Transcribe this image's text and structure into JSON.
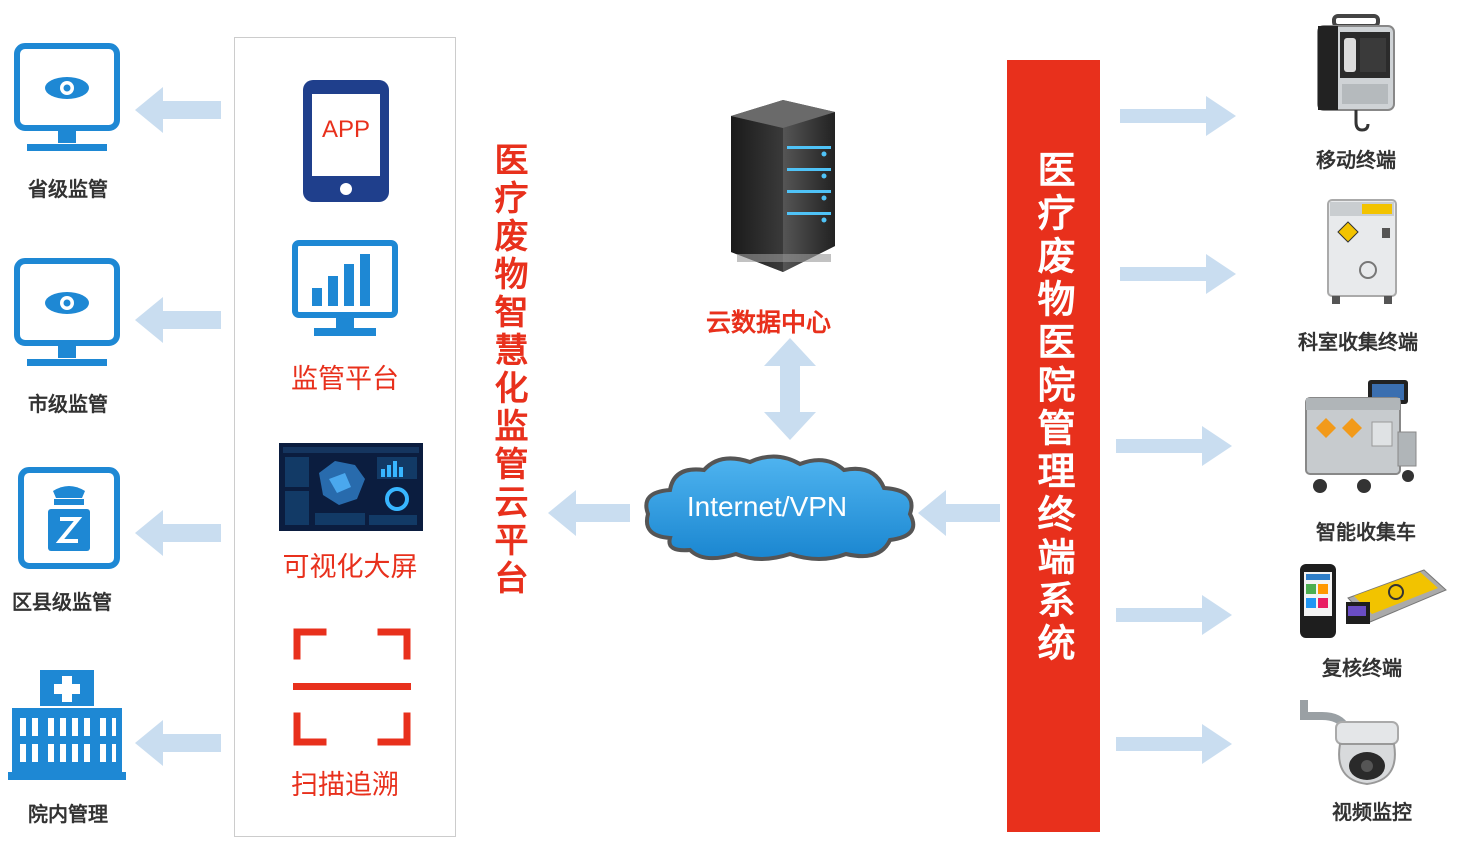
{
  "left_levels": [
    {
      "label": "省级监管"
    },
    {
      "label": "市级监管"
    },
    {
      "label": "区县级监管"
    },
    {
      "label": "院内管理"
    }
  ],
  "platform": {
    "app_text": "APP",
    "items": [
      {
        "label": "监管平台"
      },
      {
        "label": "可视化大屏"
      },
      {
        "label": "扫描追溯"
      }
    ],
    "title": "医疗废物智慧化监管云平台"
  },
  "center": {
    "server_label": "云数据中心",
    "cloud_label": "Internet/VPN"
  },
  "system_title": "医疗废物医院管理终端系统",
  "terminals": [
    {
      "label": "移动终端"
    },
    {
      "label": "科室收集终端"
    },
    {
      "label": "智能收集车"
    },
    {
      "label": "复核终端"
    },
    {
      "label": "视频监控"
    }
  ],
  "colors": {
    "accent_red": "#e8301c",
    "icon_blue": "#1e88d4",
    "arrow_blue": "#c9ddf0",
    "panel_border": "#cccccc"
  }
}
